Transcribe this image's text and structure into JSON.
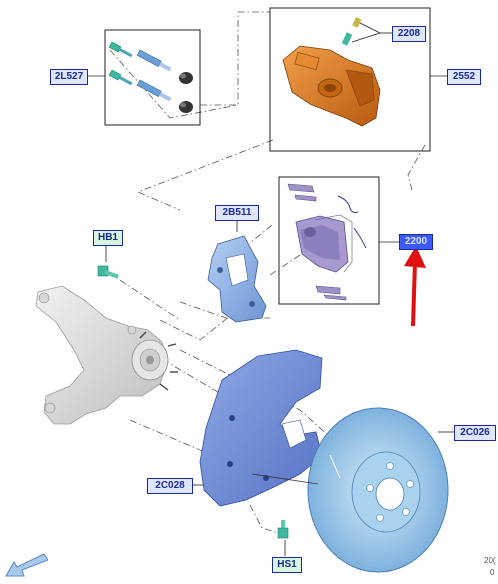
{
  "callouts": {
    "caliper_bracket_bolt_kit": "2L527",
    "caliper_bleed_valve": "2208",
    "caliper_assembly": "2552",
    "brake_pad_kit": "2200",
    "caliper_bracket": "2B511",
    "knuckle_bolt": "HB1",
    "brake_rotor": "2C026",
    "dust_shield": "2C028",
    "shield_screw": "HS1"
  },
  "corner_text": {
    "line1": "20(",
    "line2": "0"
  },
  "colors": {
    "callout_border": "#1a2a9a",
    "callout_fill": "#dfe6ff",
    "callout_selected_fill": "#3b5bff",
    "caliper_orange": "#d8741c",
    "bracket_blue": "#8fb4e8",
    "shield_blue": "#6f8fd6",
    "rotor_blue": "#9cc6ea",
    "highlight_arrow": "#e01010",
    "pad_purple": "#9f92c9",
    "green_parts": "#3fb8a0",
    "knuckle_grey": "#d6d6d6"
  },
  "icons": {
    "nav_arrow": "arrow-down-left-icon"
  }
}
